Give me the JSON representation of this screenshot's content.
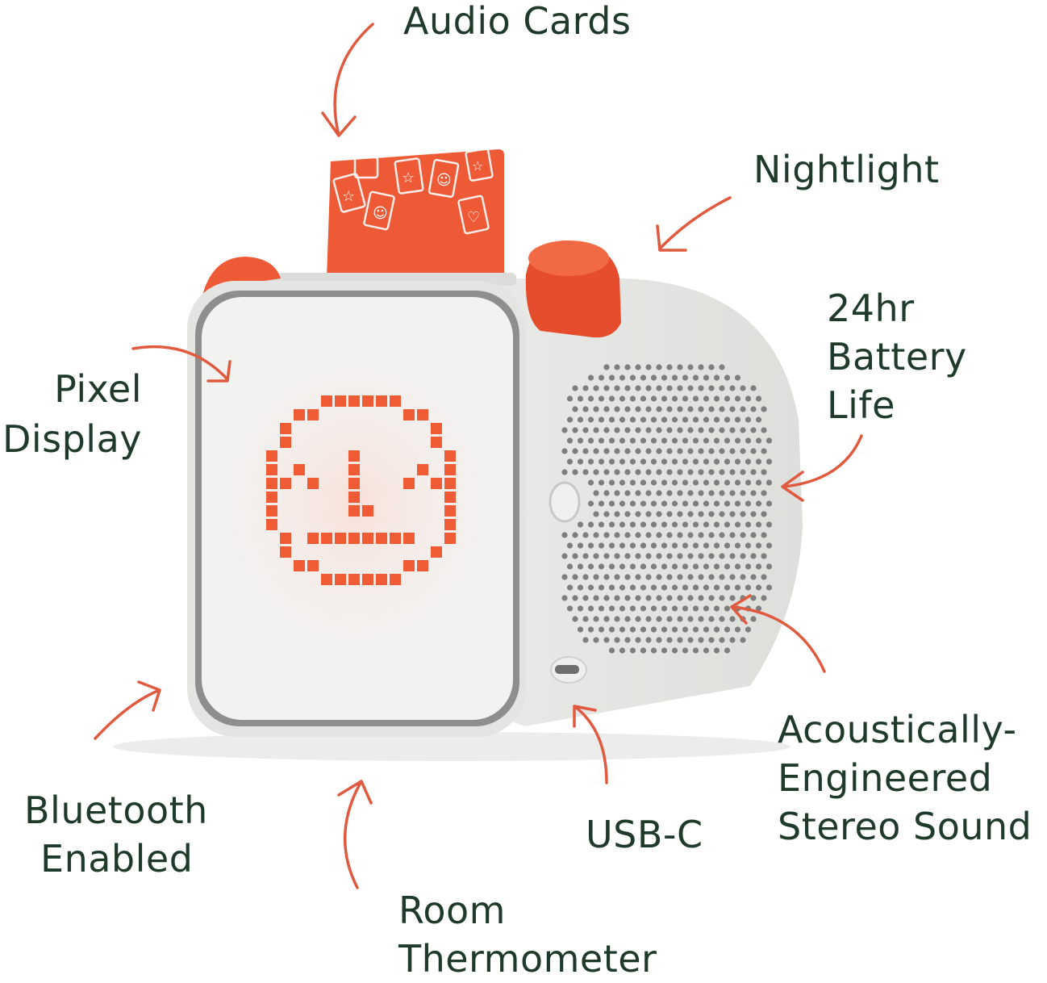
{
  "labels": {
    "audio_cards": "Audio Cards",
    "nightlight": "Nightlight",
    "battery_line1": "24hr",
    "battery_line2": "Battery",
    "battery_line3": "Life",
    "pixel_line1": "Pixel",
    "pixel_line2": "Display",
    "bluetooth_line1": "Bluetooth",
    "bluetooth_line2": "Enabled",
    "room_line1": "Room",
    "room_line2": "Thermometer",
    "usbc": "USB-C",
    "acoustic_line1": "Acoustically-",
    "acoustic_line2": "Engineered",
    "acoustic_line3": "Stereo Sound"
  },
  "colors": {
    "text": "#1f3a2a",
    "arrow": "#e05a3f",
    "accent_orange": "#ee5a36",
    "body_grey": "#e6e6e4"
  },
  "icons": {
    "card_icons": [
      "star-icon",
      "smile-icon",
      "star-icon",
      "star-icon",
      "smile-icon",
      "heart-icon"
    ]
  }
}
